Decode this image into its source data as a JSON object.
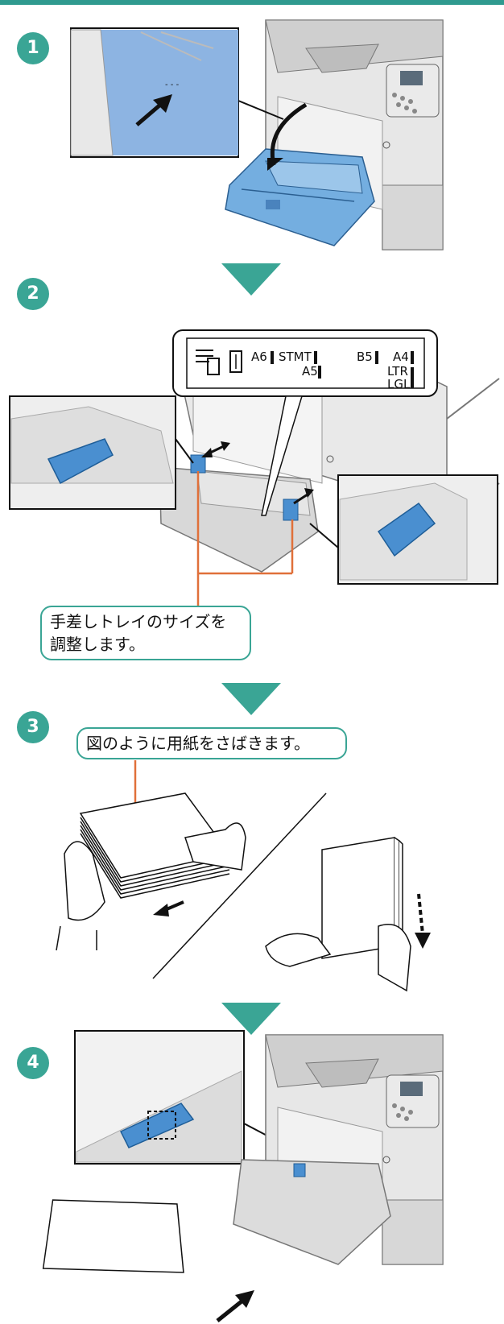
{
  "steps": [
    {
      "number": "1"
    },
    {
      "number": "2"
    },
    {
      "number": "3"
    },
    {
      "number": "4"
    }
  ],
  "step2": {
    "size_label": {
      "a6": "A6",
      "stmt": "STMT",
      "a5": "A5",
      "b5": "B5",
      "a4": "A4",
      "ltr": "LTR",
      "lgl": "LGL"
    },
    "callout": "手差しトレイのサイズを\n調整します。"
  },
  "step3": {
    "callout": "図のように用紙をさばきます。"
  },
  "colors": {
    "accent": "#3aa595",
    "tray_blue": "#6fa8dc",
    "leader_orange": "#e0703a"
  }
}
